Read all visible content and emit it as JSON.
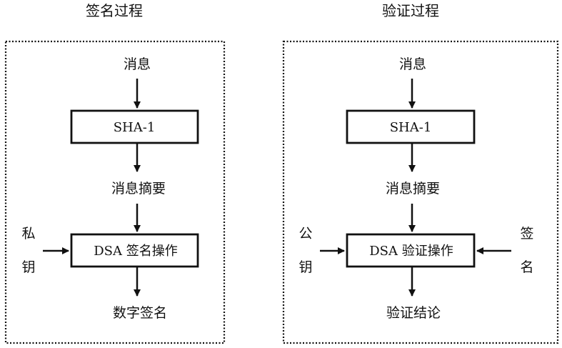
{
  "sign": {
    "title": "签名过程",
    "message": "消息",
    "hash_box": "SHA-1",
    "digest": "消息摘要",
    "op_box": "DSA 签名操作",
    "key_char1": "私",
    "key_char2": "钥",
    "result": "数字签名"
  },
  "verify": {
    "title": "验证过程",
    "message": "消息",
    "hash_box": "SHA-1",
    "digest": "消息摘要",
    "op_box": "DSA 验证操作",
    "key_char1": "公",
    "key_char2": "钥",
    "sig_char1": "签",
    "sig_char2": "名",
    "result": "验证结论"
  },
  "colors": {
    "line": "#111111",
    "background": "#ffffff"
  }
}
